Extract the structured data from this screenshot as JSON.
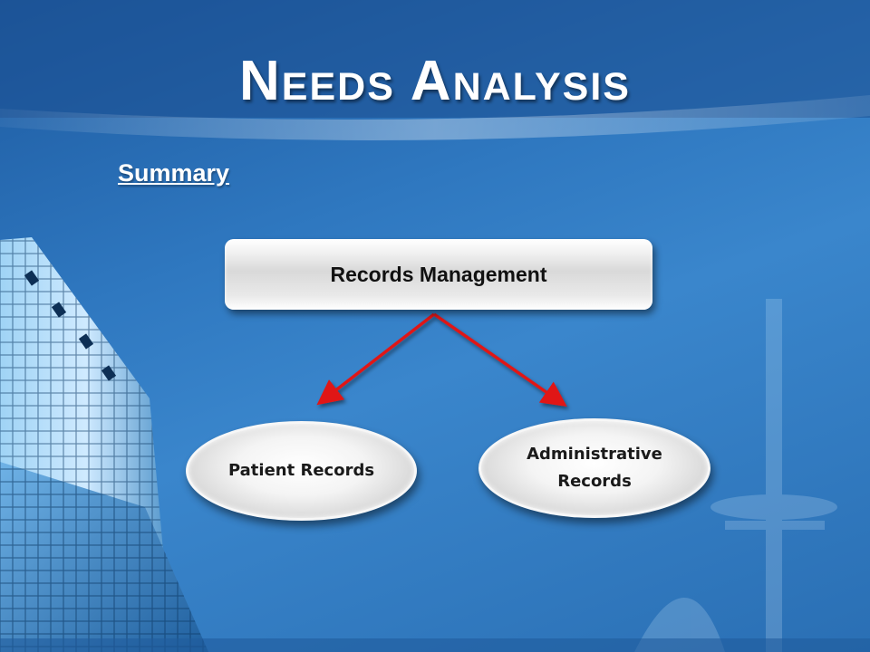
{
  "slide": {
    "title": "Needs Analysis",
    "subtitle": "Summary"
  },
  "diagram": {
    "root": {
      "label": "Records Management"
    },
    "children": [
      {
        "label": "Patient Records"
      },
      {
        "label": "Administrative Records"
      }
    ]
  },
  "colors": {
    "background": "#2f78c0",
    "arrow": "#e01818",
    "node_fill": "#e6e6e6",
    "title_text": "#ffffff"
  }
}
